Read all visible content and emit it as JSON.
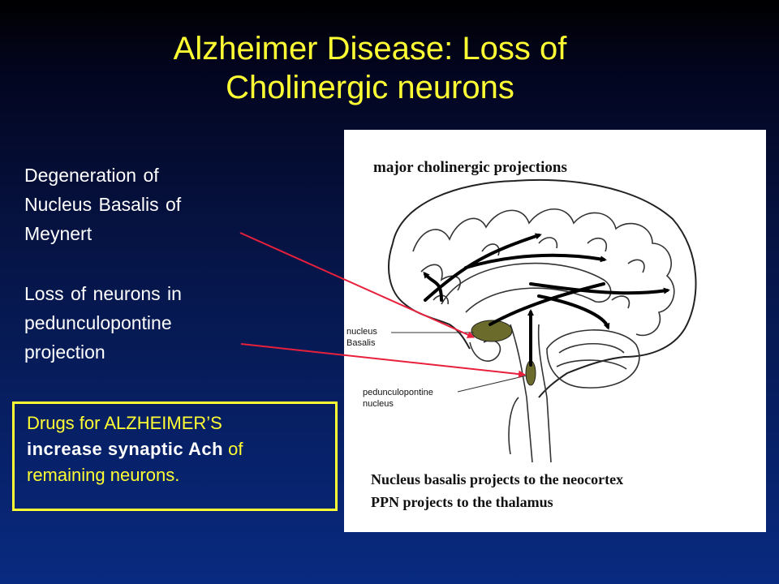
{
  "title": {
    "line1": "Alzheimer Disease: Loss of",
    "line2": "Cholinergic neurons"
  },
  "bullets": [
    {
      "line1": "Degeneration of",
      "line2": "Nucleus Basalis of",
      "line3": "Meynert"
    },
    {
      "line1": "Loss of neurons in",
      "line2": "pedunculopontine",
      "line3": "projection"
    }
  ],
  "drug_box": {
    "part1": "Drugs for ALZHEIMER’S",
    "part2_bold": "increase synaptic Ach",
    "part3": " of",
    "part4": "remaining neurons."
  },
  "figure": {
    "title": "major cholinergic projections",
    "label_nucleus_1": "nucleus",
    "label_nucleus_2": "Basalis",
    "label_ppn_1": "pedunculopontine",
    "label_ppn_2": "nucleus",
    "caption_1": "Nucleus basalis projects to the neocortex",
    "caption_2": "PPN projects to the thalamus"
  },
  "colors": {
    "title": "#ffff33",
    "body_text": "#ffffff",
    "pointer_line": "#e8203c",
    "nucleus_fill": "#6b6b2b"
  }
}
